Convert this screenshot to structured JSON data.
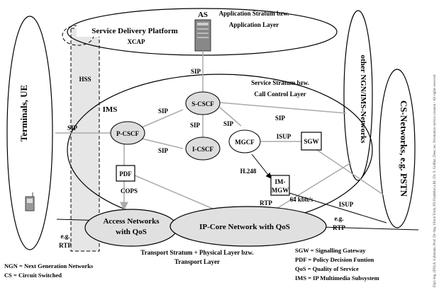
{
  "strata": {
    "application": [
      "Application Stratum bzw.",
      "Application Layer"
    ],
    "service": [
      "Service Stratum bzw.",
      "Call Control Layer"
    ],
    "transport": [
      "Transport Stratum + Physical Layer bzw.",
      "Transport Layer"
    ]
  },
  "nodes": {
    "sdp": "Service Delivery Platform",
    "as": "AS",
    "hss": "HSS",
    "ims": "IMS",
    "scscf": "S-CSCF",
    "pcscf": "P-CSCF",
    "icscf": "I-CSCF",
    "mgcf": "MGCF",
    "sgw": "SGW",
    "pdf": "PDF",
    "imgw": [
      "IM-",
      "MGW"
    ],
    "access": [
      "Access Networks",
      "with QoS"
    ],
    "ipcore": "IP-Core Network with QoS",
    "terminals": "Terminals, UE",
    "other_ngn": "other NGN/IMS-Networks",
    "cs_networks": "CS-Networks, e.g. PSTN"
  },
  "protocols": {
    "xcap": "XCAP",
    "sip": "SIP",
    "isup": "ISUP",
    "h248": "H.248",
    "cops": "COPS",
    "rtp": "RTP",
    "rate": "64 kbit/s",
    "eg": "e.g."
  },
  "legend_left": [
    "NGN = Next Generation Networks",
    "CS = Circuit Switched"
  ],
  "legend_right": [
    "SGW = Signalling Gateway",
    "PDF = Policy Decision Funtion",
    "QoS = Quality of Service",
    "IMS = IP Multimedia Subsystem"
  ],
  "credit": "Dipl.-Ing. (FH) A. Lehmann, Prof. Dr.-Ing. Ulrich Trick, FH Frankfurt a.M.; Dr. S. Geißler, Deus sw; Orientation service creation - All rights reserved"
}
